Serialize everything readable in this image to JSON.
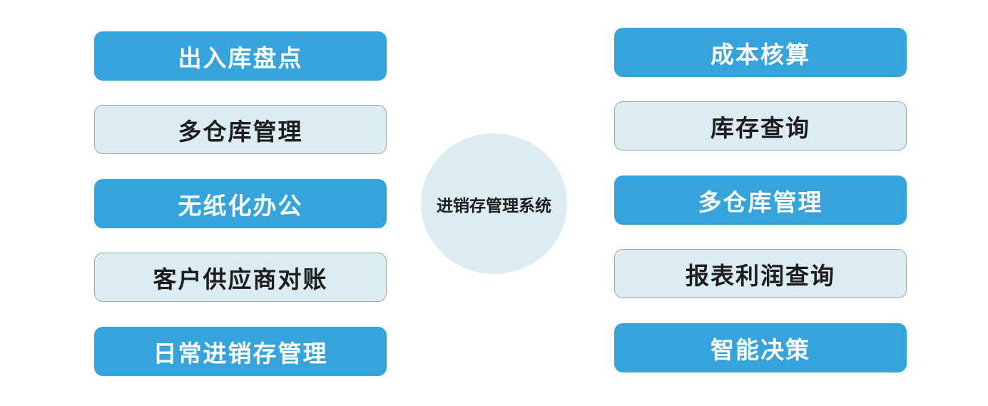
{
  "center": {
    "label": "进销存管理系统"
  },
  "left": [
    {
      "label": "出入库盘点",
      "style": "blue"
    },
    {
      "label": "多仓库管理",
      "style": "light"
    },
    {
      "label": "无纸化办公",
      "style": "blue"
    },
    {
      "label": "客户供应商对账",
      "style": "light"
    },
    {
      "label": "日常进销存管理",
      "style": "blue"
    }
  ],
  "right": [
    {
      "label": "成本核算",
      "style": "blue"
    },
    {
      "label": "库存查询",
      "style": "light"
    },
    {
      "label": "多仓库管理",
      "style": "blue"
    },
    {
      "label": "报表利润查询",
      "style": "light"
    },
    {
      "label": "智能决策",
      "style": "blue"
    }
  ],
  "colors": {
    "blue": "#35a4dc",
    "light": "#dbedf3",
    "border": "#9aa8ad"
  }
}
